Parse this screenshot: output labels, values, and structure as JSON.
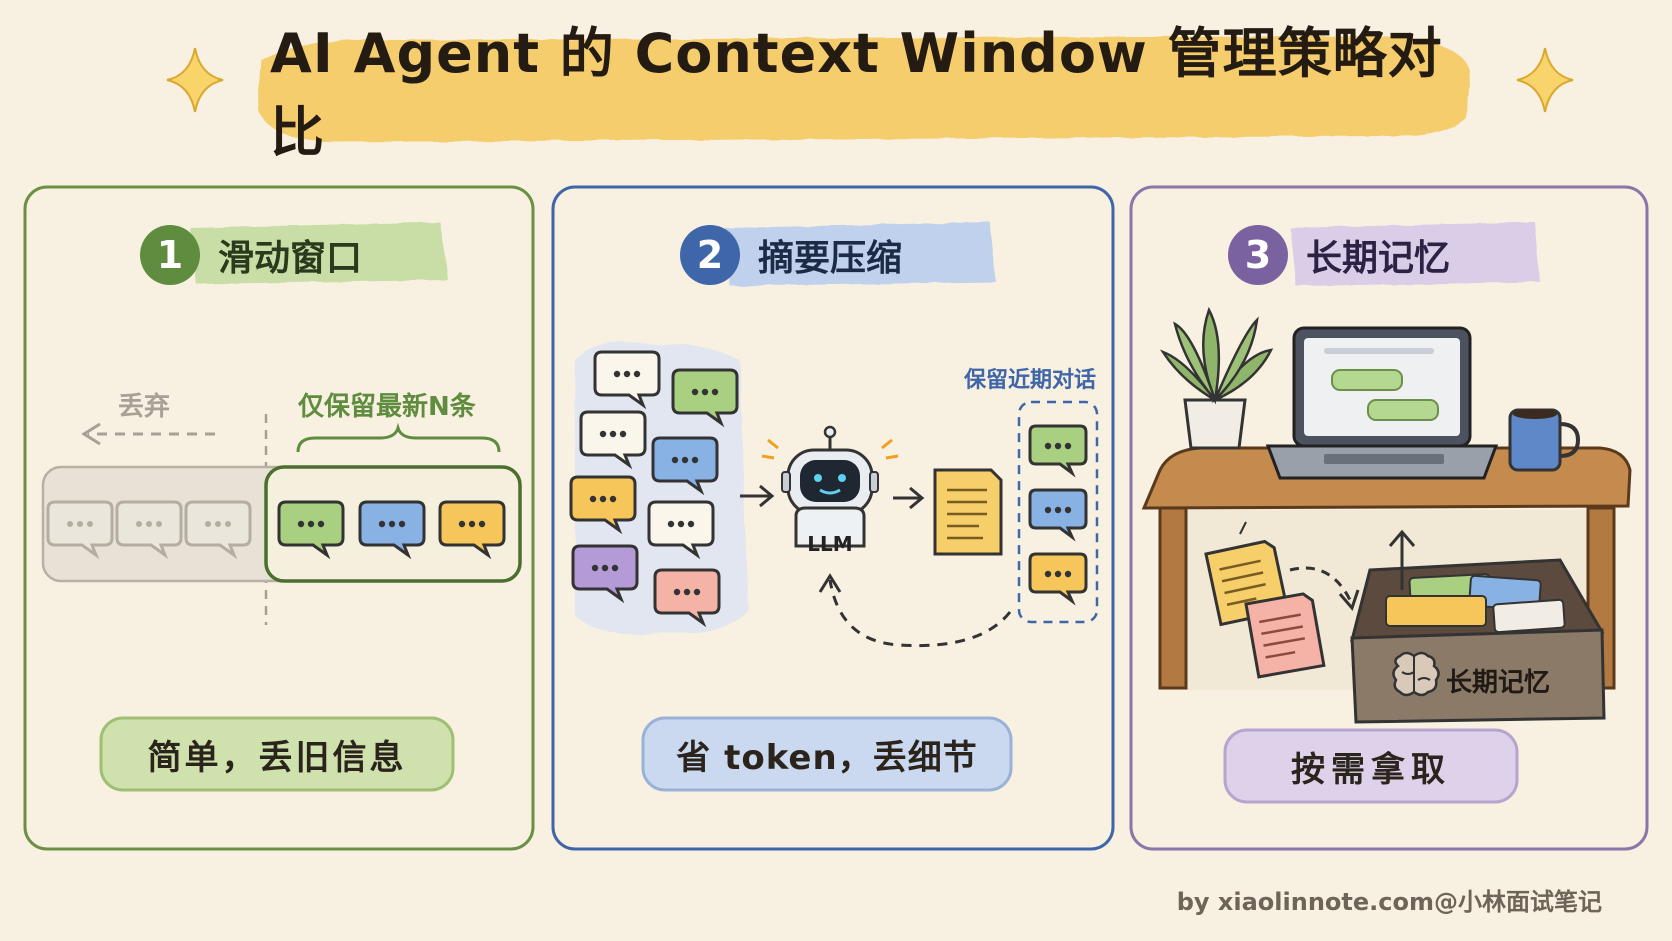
{
  "title": "AI Agent 的 Context Window 管理策略对比",
  "panels": [
    {
      "number": "1",
      "label": "滑动窗口",
      "summary": "简单，丢旧信息",
      "discard_label": "丢弃",
      "keep_label": "仅保留最新N条"
    },
    {
      "number": "2",
      "label": "摘要压缩",
      "summary": "省 token，丢细节",
      "llm_label": "LLM",
      "recent_label": "保留近期对话"
    },
    {
      "number": "3",
      "label": "长期记忆",
      "summary": "按需拿取",
      "box_label": "长期记忆"
    }
  ],
  "footer": "by xiaolinnote.com@小林面试笔记",
  "colors": {
    "background": "#f8f0e0",
    "title_highlight": "#f6c75a",
    "green": "#5f8c3e",
    "green_light": "#c9dea6",
    "blue": "#3f66a8",
    "blue_light": "#bfd1ec",
    "purple": "#7a61a0",
    "purple_light": "#d9cde8",
    "yellow": "#f5c04e",
    "pink": "#f4b3a6"
  },
  "icons": [
    "sparkle-icon",
    "chat-bubble-icon",
    "robot-icon",
    "document-icon",
    "plant-icon",
    "laptop-icon",
    "mug-icon",
    "brain-icon",
    "storage-box-icon"
  ]
}
